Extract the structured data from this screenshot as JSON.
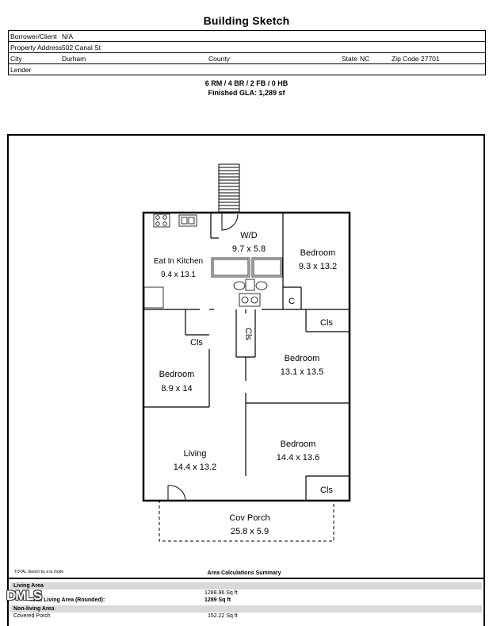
{
  "header": {
    "title": "Building Sketch"
  },
  "info": {
    "borrower_label": "Borrower/Client",
    "borrower_value": "N/A",
    "address_label": "Property Address",
    "address_value": "502 Canal St",
    "city_label": "City",
    "city_value": "Durham",
    "county_label": "County",
    "state_label": "State",
    "state_value": "NC",
    "zip_label": "Zip Code",
    "zip_value": "27701",
    "lender_label": "Lender"
  },
  "summary": {
    "rooms": "6 RM / 4 BR / 2 FB / 0 HB",
    "gla": "Finished GLA: 1,289 sf"
  },
  "sketch": {
    "rooms": [
      {
        "name": "W/D",
        "dims": "9.7 x 5.8"
      },
      {
        "name": "Bedroom",
        "dims": "9.3 x 13.2"
      },
      {
        "name": "Eat In Kitchen",
        "dims": "9.4 x 13.1"
      },
      {
        "name": "Bedroom",
        "dims": "13.1 x 13.5"
      },
      {
        "name": "Bedroom",
        "dims": "8.9 x 14"
      },
      {
        "name": "Living",
        "dims": "14.4 x 13.2"
      },
      {
        "name": "Bedroom",
        "dims": "14.4 x 13.6"
      },
      {
        "name": "Cov Porch",
        "dims": "25.8 x 5.9"
      }
    ],
    "closets": [
      "C",
      "Cls",
      "Cls",
      "Cls",
      "Cls"
    ]
  },
  "calc": {
    "credit": "TOTAL Sketch by a la mode",
    "title": "Area Calculations Summary",
    "living_header": "Living Area",
    "living_value": "1288.96 Sq ft",
    "rounded_label": "Total Living Area (Rounded):",
    "rounded_value": "1289 Sq ft",
    "nonliving_header": "Non-living Area",
    "porch_label": "Covered Porch",
    "porch_value": "152.22 Sq ft",
    "logo": "DMLS"
  }
}
